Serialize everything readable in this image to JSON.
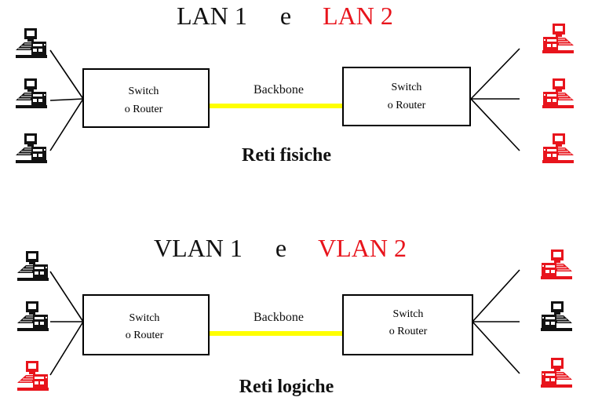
{
  "colors": {
    "black": "#111111",
    "red": "#e8141c",
    "backbone": "#ffff00"
  },
  "top": {
    "title": {
      "left": "LAN 1",
      "connector": "e",
      "right": "LAN 2"
    },
    "left_switch": {
      "line1": "Switch",
      "line2": "o Router"
    },
    "right_switch": {
      "line1": "Switch",
      "line2": "o Router"
    },
    "backbone_label": "Backbone",
    "caption": "Reti fisiche",
    "left_computers": [
      "black",
      "black",
      "black"
    ],
    "right_computers": [
      "red",
      "red",
      "red"
    ]
  },
  "bottom": {
    "title": {
      "left": "VLAN 1",
      "connector": "e",
      "right": "VLAN 2"
    },
    "left_switch": {
      "line1": "Switch",
      "line2": "o Router"
    },
    "right_switch": {
      "line1": "Switch",
      "line2": "o Router"
    },
    "backbone_label": "Backbone",
    "caption": "Reti logiche",
    "left_computers": [
      "black",
      "black",
      "red"
    ],
    "right_computers": [
      "red",
      "black",
      "red"
    ]
  }
}
